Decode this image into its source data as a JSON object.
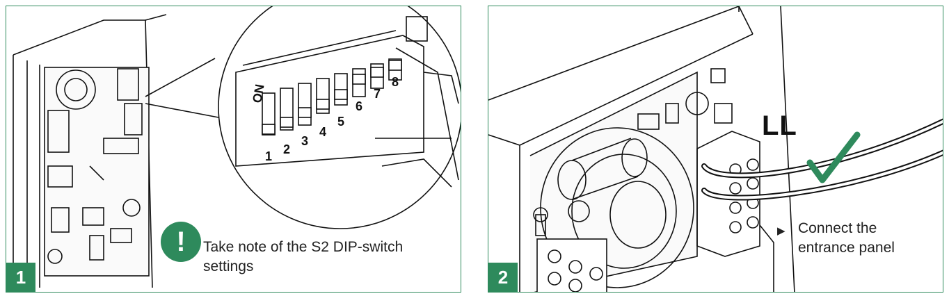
{
  "panels": [
    {
      "step": "1",
      "note_line1": "Take note of the S2 DIP-switch",
      "note_line2": "settings",
      "warning_symbol": "!",
      "dip": {
        "on_label": "ON",
        "switch_labels": [
          "1",
          "2",
          "3",
          "4",
          "5",
          "6",
          "7",
          "8"
        ]
      }
    },
    {
      "step": "2",
      "wire_label": "LL",
      "bullet": "▶",
      "connect_line1": "Connect the",
      "connect_line2": "entrance panel"
    }
  ],
  "colors": {
    "accent": "#2e8a5c",
    "line": "#111111"
  }
}
